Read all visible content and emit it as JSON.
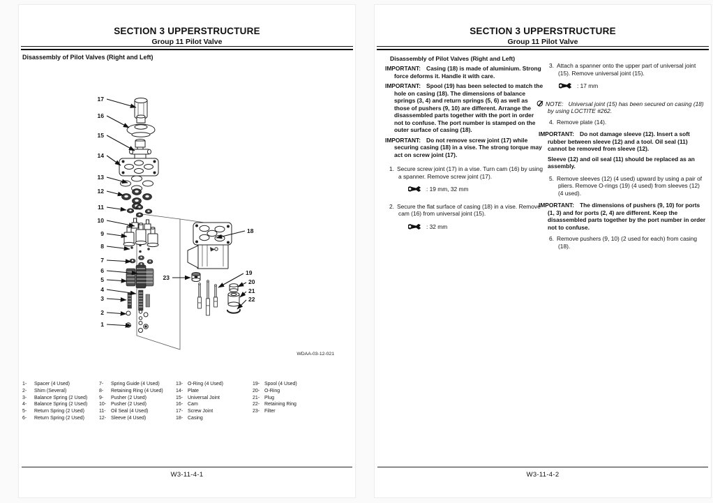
{
  "shared": {
    "header_title": "SECTION 3 UPPERSTRUCTURE",
    "header_subtitle": "Group 11 Pilot Valve",
    "heading": "Disassembly of Pilot Valves (Right and Left)",
    "important_label": "IMPORTANT:",
    "note_label": "NOTE:"
  },
  "page1": {
    "footer": "W3-11-4-1",
    "figure_code": "WDAA-03-12-021",
    "callouts": {
      "c1": "1",
      "c2": "2",
      "c3": "3",
      "c4": "4",
      "c5": "5",
      "c6": "6",
      "c7": "7",
      "c8": "8",
      "c9": "9",
      "c10": "10",
      "c11": "11",
      "c12": "12",
      "c13": "13",
      "c14": "14",
      "c15": "15",
      "c16": "16",
      "c17": "17",
      "c18": "18",
      "c19": "19",
      "c20": "20",
      "c21": "21",
      "c22": "22",
      "c23": "23"
    },
    "parts": [
      [
        {
          "num": "1-",
          "name": "Spacer (4 Used)"
        },
        {
          "num": "2-",
          "name": "Shim (Several)"
        },
        {
          "num": "3-",
          "name": "Balance Spring (2 Used)"
        },
        {
          "num": "4-",
          "name": "Balance Spring (2 Used)"
        },
        {
          "num": "5-",
          "name": "Return Spring (2 Used)"
        },
        {
          "num": "6-",
          "name": "Return Spring (2 Used)"
        }
      ],
      [
        {
          "num": "7-",
          "name": "Spring Guide (4 Used)"
        },
        {
          "num": "8-",
          "name": "Retaining Ring (4 Used)"
        },
        {
          "num": "9-",
          "name": "Pusher (2 Used)"
        },
        {
          "num": "10-",
          "name": "Pusher (2 Used)"
        },
        {
          "num": "11-",
          "name": "Oil Seal (4 Used)"
        },
        {
          "num": "12-",
          "name": "Sleeve (4 Used)"
        }
      ],
      [
        {
          "num": "13-",
          "name": "O-Ring (4 Used)"
        },
        {
          "num": "14-",
          "name": "Plate"
        },
        {
          "num": "15-",
          "name": "Universal Joint"
        },
        {
          "num": "16-",
          "name": "Cam"
        },
        {
          "num": "17-",
          "name": "Screw Joint"
        },
        {
          "num": "18-",
          "name": "Casing"
        }
      ],
      [
        {
          "num": "19-",
          "name": "Spool (4 Used)"
        },
        {
          "num": "20-",
          "name": "O-Ring"
        },
        {
          "num": "21-",
          "name": "Plug"
        },
        {
          "num": "22-",
          "name": "Retaining Ring"
        },
        {
          "num": "23-",
          "name": "Filter"
        }
      ]
    ]
  },
  "page2": {
    "footer": "W3-11-4-2",
    "left": {
      "imp1": "Casing (18) is made of aluminium. Strong force deforms it. Handle it with care.",
      "imp2": "Spool (19) has been selected to match the hole on casing (18). The dimensions of balance springs (3, 4) and return springs (5, 6) as well as those of pushers (9, 10) are different. Arrange the disassembled parts together with the port in order not to confuse. The port number is stamped on the outer surface of casing (18).",
      "imp3": "Do not remove screw joint (17) while securing casing (18) in a vise. The strong torque may act on screw joint (17).",
      "step1_num": "1.",
      "step1": "Secure screw joint (17) in a vise. Turn cam (16) by using a spanner. Remove screw joint (17).",
      "wrench1": ": 19 mm, 32 mm",
      "step2_num": "2.",
      "step2": "Secure the flat surface of casing (18) in a vise. Remove cam (16) from universal joint (15).",
      "wrench2": ": 32 mm"
    },
    "right": {
      "step3_num": "3.",
      "step3": "Attach a spanner onto the upper part of universal joint (15). Remove universal joint (15).",
      "wrench3": ": 17 mm",
      "note": "Universal joint (15) has been secured on casing (18) by using LOCTITE #262.",
      "step4_num": "4.",
      "step4": "Remove plate (14).",
      "imp4a": "Do not damage sleeve (12). Insert a soft rubber between sleeve (12) and a tool. Oil seal (11) cannot be removed from sleeve (12).",
      "imp4b": "Sleeve (12) and oil seal (11) should be replaced as an assembly.",
      "step5_num": "5.",
      "step5": "Remove sleeves (12) (4 used) upward by using a pair of pliers. Remove O-rings (19) (4 used) from sleeves (12) (4 used).",
      "imp5": "The dimensions of pushers (9, 10) for ports (1, 3) and for ports (2, 4) are different. Keep the disassembled parts together by the port number in order not to confuse.",
      "step6_num": "6.",
      "step6": "Remove pushers (9, 10) (2 used for each) from casing (18)."
    }
  }
}
